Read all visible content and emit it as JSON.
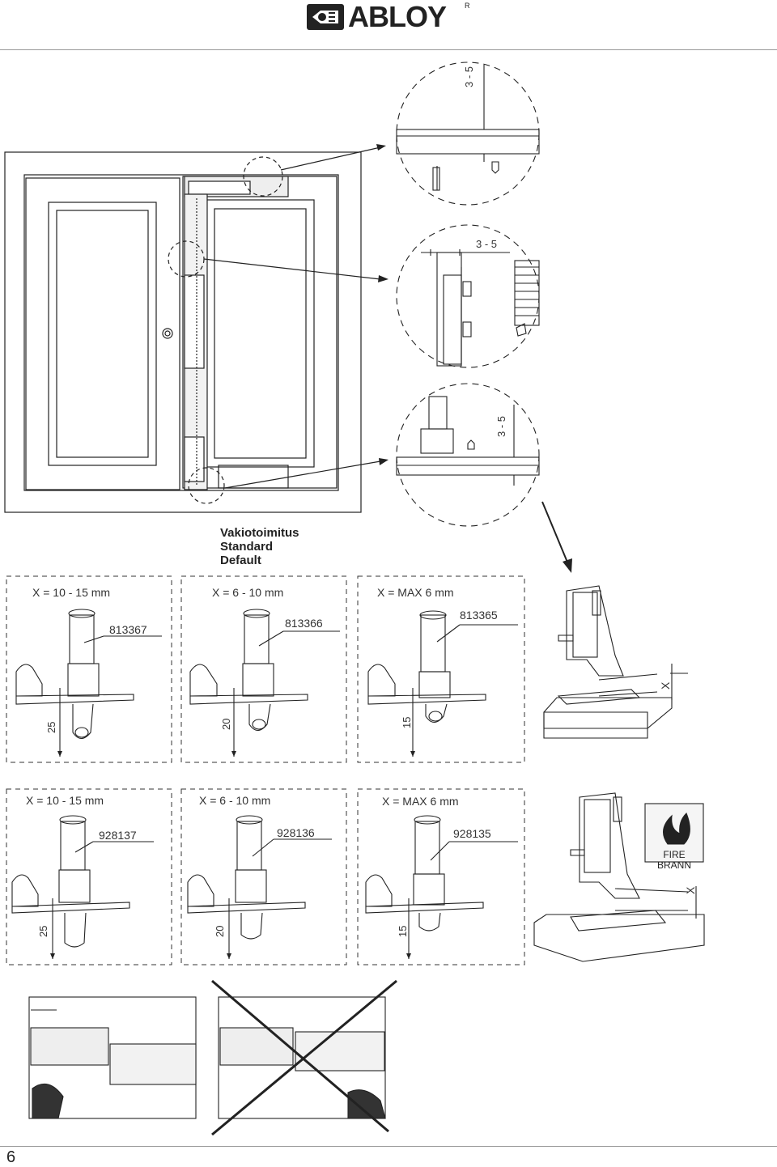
{
  "brand": {
    "name": "ABLOY",
    "reg": "R"
  },
  "page_number": "6",
  "detail_dims": {
    "top": "3 - 5",
    "middle": "3 - 5",
    "bottom": "3 - 5"
  },
  "caption": {
    "line1": "Vakiotoimitus",
    "line2": "Standard",
    "line3": "Default"
  },
  "row1": [
    {
      "x": "X = 10 - 15 mm",
      "part": "813367",
      "dim": "25"
    },
    {
      "x": "X = 6 - 10 mm",
      "part": "813366",
      "dim": "20"
    },
    {
      "x": "X = MAX 6 mm",
      "part": "813365",
      "dim": "15"
    }
  ],
  "row2": [
    {
      "x": "X = 10 - 15 mm",
      "part": "928137",
      "dim": "25"
    },
    {
      "x": "X = 6 - 10 mm",
      "part": "928136",
      "dim": "20"
    },
    {
      "x": "X = MAX 6 mm",
      "part": "928135",
      "dim": "15"
    }
  ],
  "x_label": "X",
  "fire": {
    "line1": "FIRE",
    "line2": "BRANN"
  }
}
